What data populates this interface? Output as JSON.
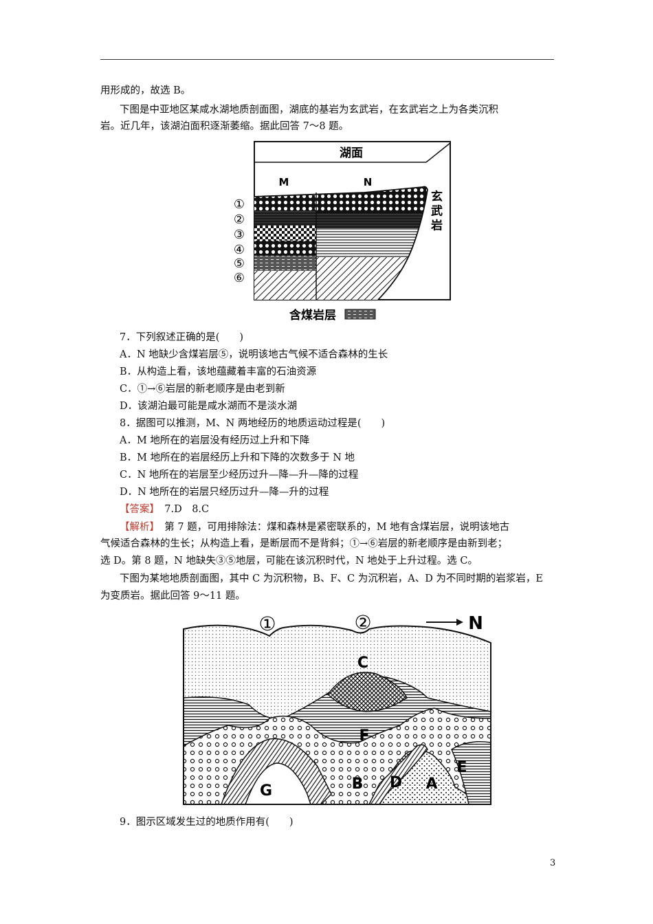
{
  "lines": {
    "l1": "用形成的，故选 B。",
    "l2": "下图是中亚地区某咸水湖地质剖面图，湖底的基岩为玄武岩，在玄武岩之上为各类沉积",
    "l3": "岩。近几年，该湖泊面积逐渐萎缩。据此回答 7～8 题。",
    "q7": "7．下列叙述正确的是(　　)",
    "q7a": "A．N 地缺少含煤岩层⑤，说明该地古气候不适合森林的生长",
    "q7b": "B．从构造上看，该地蕴藏着丰富的石油资源",
    "q7c": "C．①→⑥岩层的新老顺序是由老到新",
    "q7d": "D．该湖泊最可能是咸水湖而不是淡水湖",
    "q8": "8．据图可以推测，M、N 两地经历的地质运动过程是(　　)",
    "q8a": "A．M 地所在的岩层没有经历过上升和下降",
    "q8b": "B．M 地所在的岩层经历上升和下降的次数多于 N 地",
    "q8c": "C．N 地所在的岩层至少经历过升—降—升—降的过程",
    "q8d": "D．N 地所在的岩层只经历过升—降—升的过程",
    "ans_tag": "【答案】",
    "ans": "　7.D　8.C",
    "exp_tag": "【解析】",
    "exp1": "　第 7 题，可用排除法：煤和森林是紧密联系的，M 地有含煤岩层，说明该地古",
    "exp2": "气候适合森林的生长；从构造上看，是断层而不是背斜；①→⑥岩层的新老顺序是由新到老；",
    "exp3": "选 D。第 8 题，N 地缺失③⑤地层，可能在该沉积时代，N 地处于上升过程。选 C。",
    "l4": "下图为某地地质剖面图，其中 C 为沉积物，B、F、C 为沉积岩，A、D 为不同时期的岩浆岩，E",
    "l5": "为变质岩。据此回答 9～11 题。",
    "q9": "9．图示区域发生过的地质作用有(　　)"
  },
  "fig1": {
    "lake_surface": "湖面",
    "M": "M",
    "N": "N",
    "basalt": "玄武岩",
    "layers": [
      "①",
      "②",
      "③",
      "④",
      "⑤",
      "⑥"
    ],
    "legend": "含煤岩层"
  },
  "fig2": {
    "top1": "①",
    "top2": "②",
    "north": "N",
    "labels": [
      "C",
      "F",
      "B",
      "D",
      "A",
      "E",
      "G"
    ]
  },
  "page_number": "3"
}
